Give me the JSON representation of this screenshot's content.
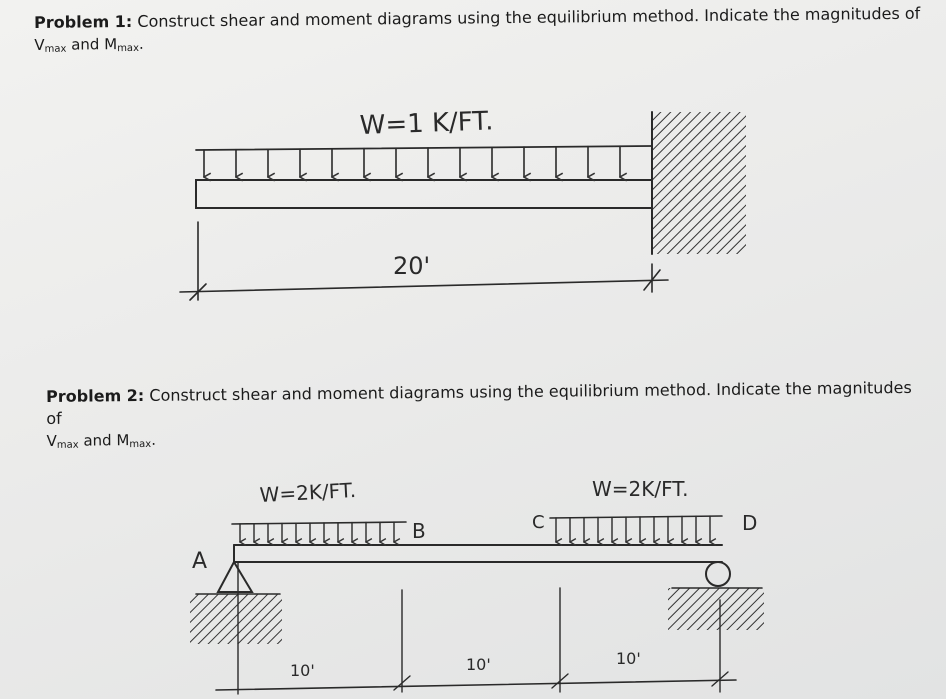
{
  "problem1": {
    "label": "Problem 1:",
    "text": "Construct shear and moment diagrams using the equilibrium method. Indicate the magnitudes of",
    "vmax": "V",
    "vmax_sub": "max",
    "and": " and ",
    "mmax": "M",
    "mmax_sub": "max",
    "end": ".",
    "load_label": "W=1 K/FT.",
    "span_label": "20'"
  },
  "problem2": {
    "label": "Problem 2:",
    "text": "Construct shear and moment diagrams using the equilibrium method. Indicate the magnitudes of",
    "vmax": "V",
    "vmax_sub": "max",
    "and": " and ",
    "mmax": "M",
    "mmax_sub": "max",
    "end": ".",
    "load1_label": "W=2K/FT.",
    "load2_label": "W=2K/FT.",
    "point_a": "A",
    "point_b": "B",
    "point_c": "C",
    "point_d": "D",
    "span1": "10'",
    "span2": "10'",
    "span3": "10'"
  }
}
